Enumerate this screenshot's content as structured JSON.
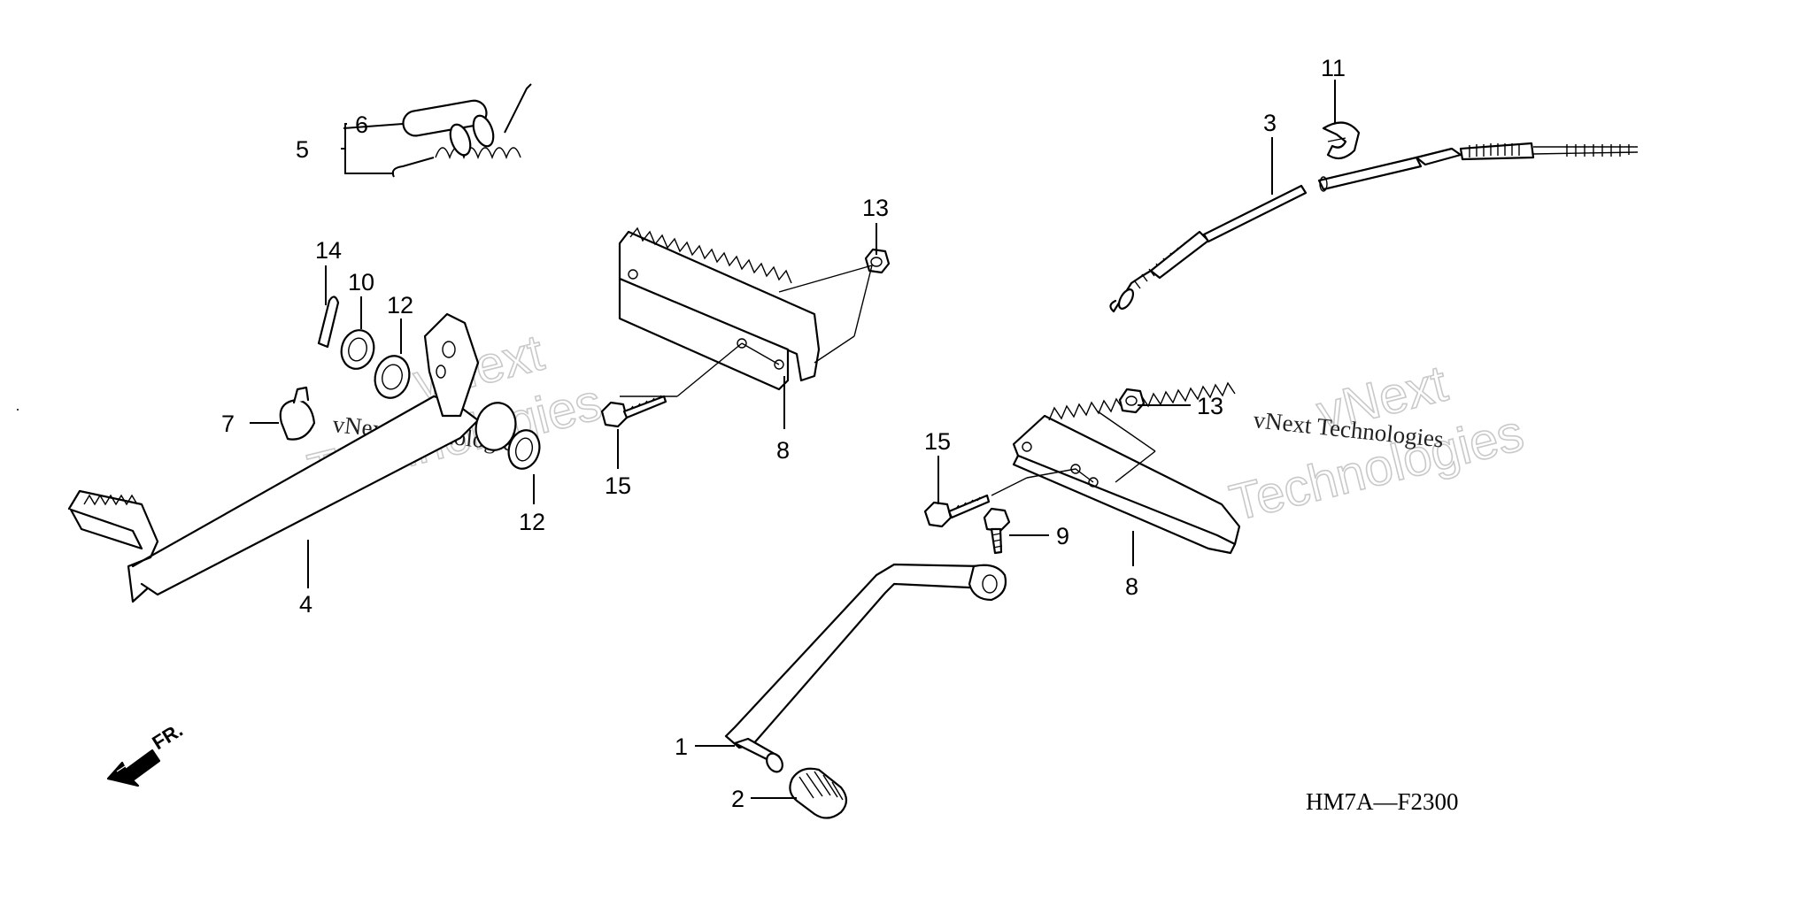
{
  "diagram": {
    "part_code": "HM7A—F2300",
    "direction_label": "FR.",
    "watermarks": [
      {
        "brand": "vNext",
        "company": "Technologies",
        "caption": "vNext Technologies"
      },
      {
        "brand": "vNext",
        "company": "Technologies",
        "caption": "vNext Technologies"
      }
    ],
    "callouts": {
      "c1": "1",
      "c2": "2",
      "c3": "3",
      "c4": "4",
      "c5": "5",
      "c6": "6",
      "c7": "7",
      "c8a": "8",
      "c8b": "8",
      "c9": "9",
      "c10": "10",
      "c11": "11",
      "c12a": "12",
      "c12b": "12",
      "c13a": "13",
      "c13b": "13",
      "c14": "14",
      "c15a": "15",
      "c15b": "15"
    }
  }
}
